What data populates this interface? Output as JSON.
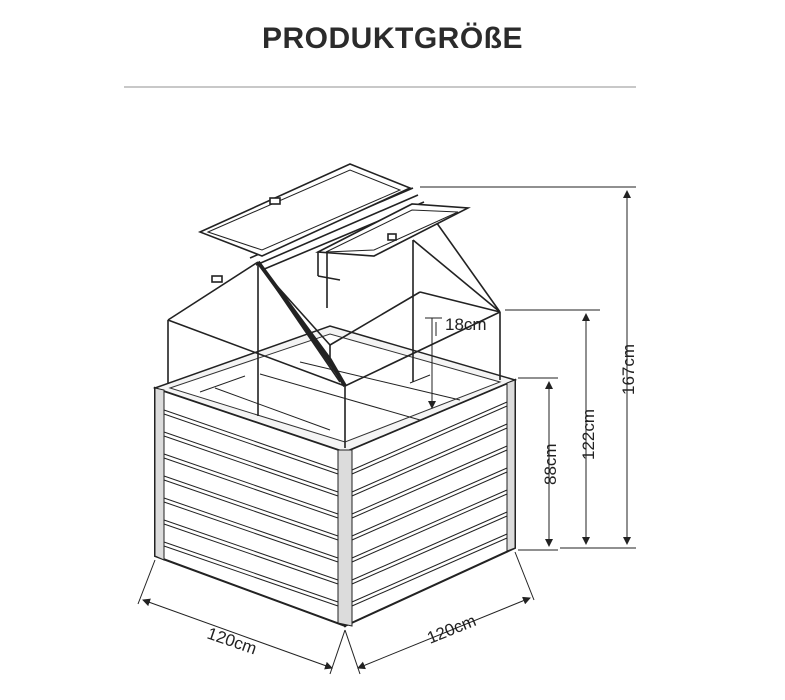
{
  "title": "PRODUKTGRÖßE",
  "dimensions": {
    "width_front": "120cm",
    "width_side": "120cm",
    "box_height": "88cm",
    "eave_height": "122cm",
    "total_height": "167cm",
    "inner_depth": "18cm"
  }
}
